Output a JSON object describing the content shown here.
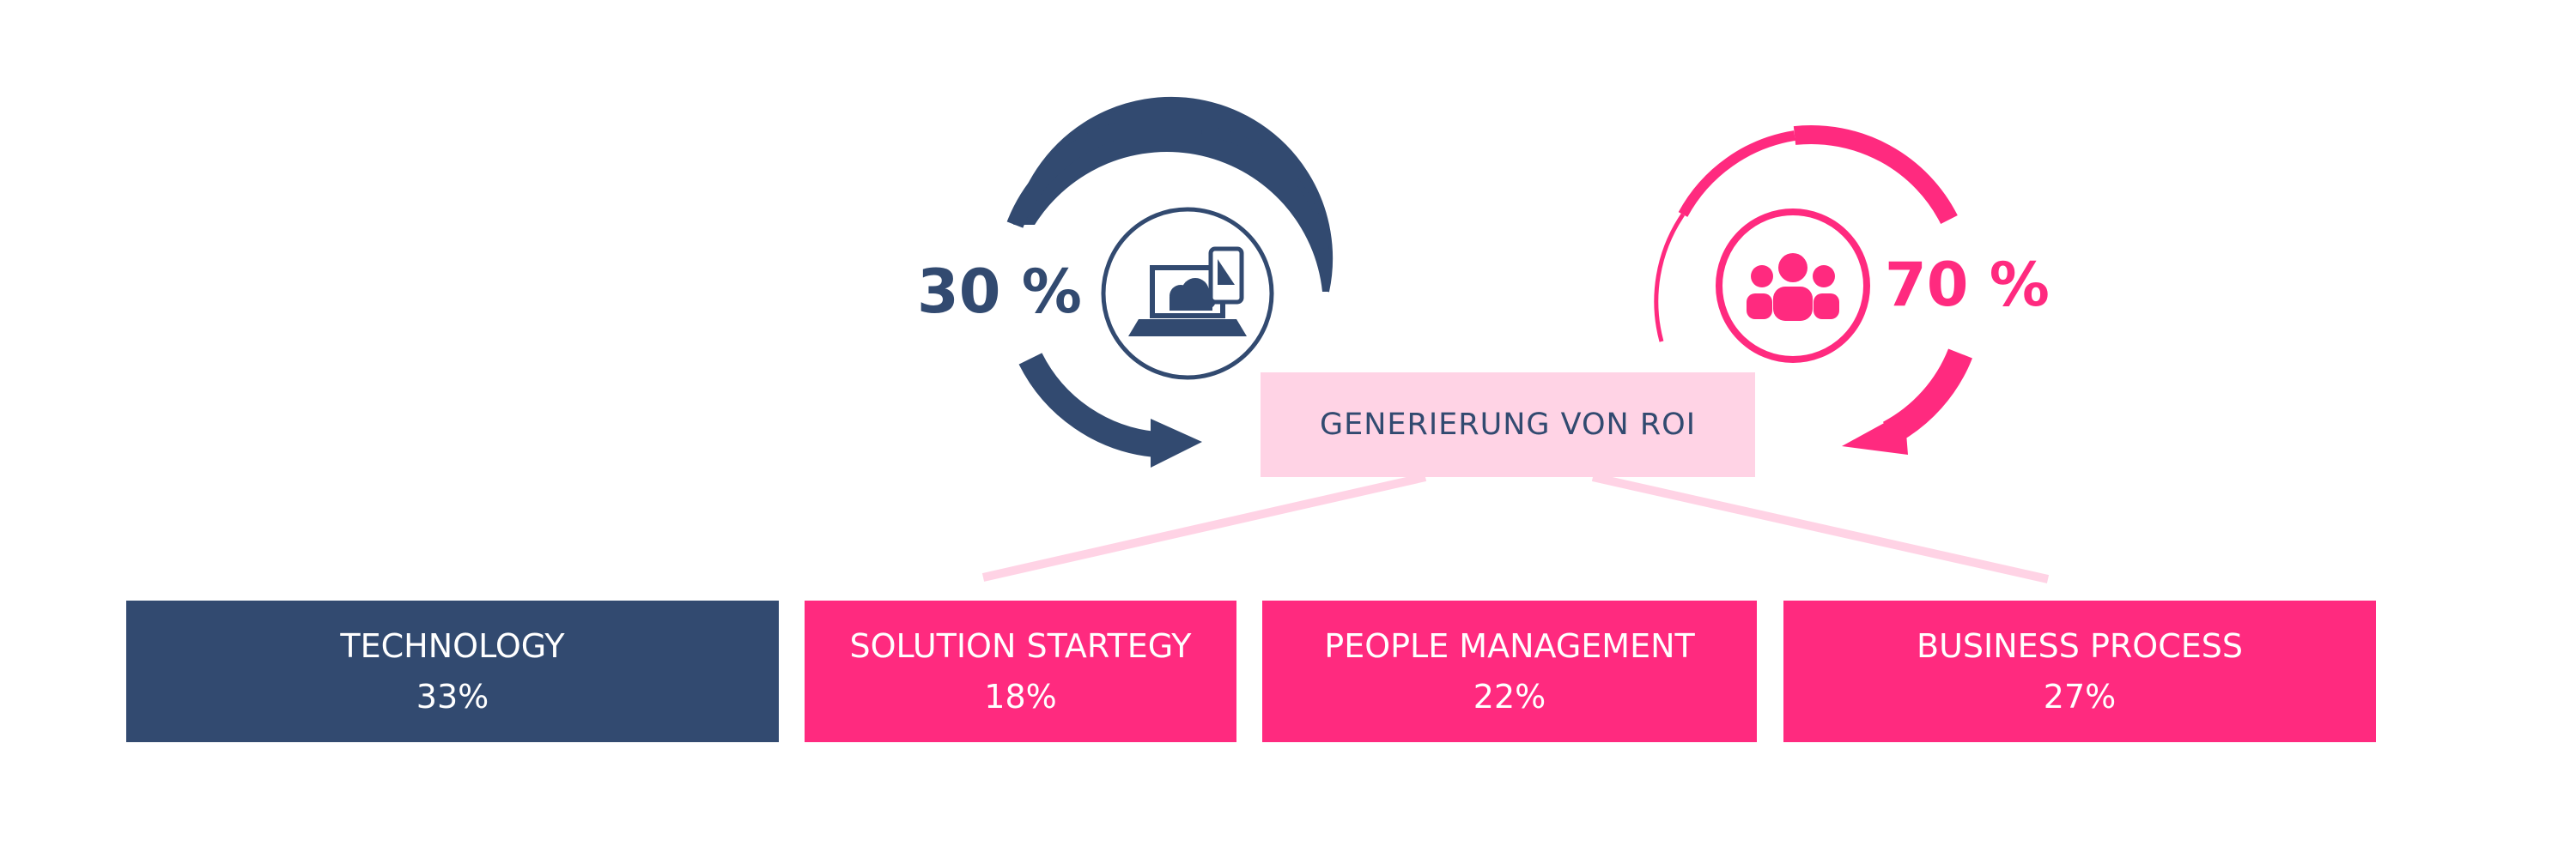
{
  "colors": {
    "navy": "#324a70",
    "pink": "#ff2a7f",
    "light_pink": "#ffd3e5",
    "white": "#ffffff"
  },
  "cycles": [
    {
      "label": "30 %",
      "value_percent": 30,
      "color": "#324a70",
      "icon": "laptop-cloud-phone-icon"
    },
    {
      "label": "70 %",
      "value_percent": 70,
      "color": "#ff2a7f",
      "icon": "people-group-icon"
    }
  ],
  "roi_box": {
    "label": "GENERIERUNG VON ROI"
  },
  "categories": [
    {
      "name": "TECHNOLOGY",
      "value": "33%",
      "color": "#324a70"
    },
    {
      "name": "SOLUTION STARTEGY",
      "value": "18%",
      "color": "#ff2a7f"
    },
    {
      "name": "PEOPLE MANAGEMENT",
      "value": "22%",
      "color": "#ff2a7f"
    },
    {
      "name": "BUSINESS PROCESS",
      "value": "27%",
      "color": "#ff2a7f"
    }
  ]
}
